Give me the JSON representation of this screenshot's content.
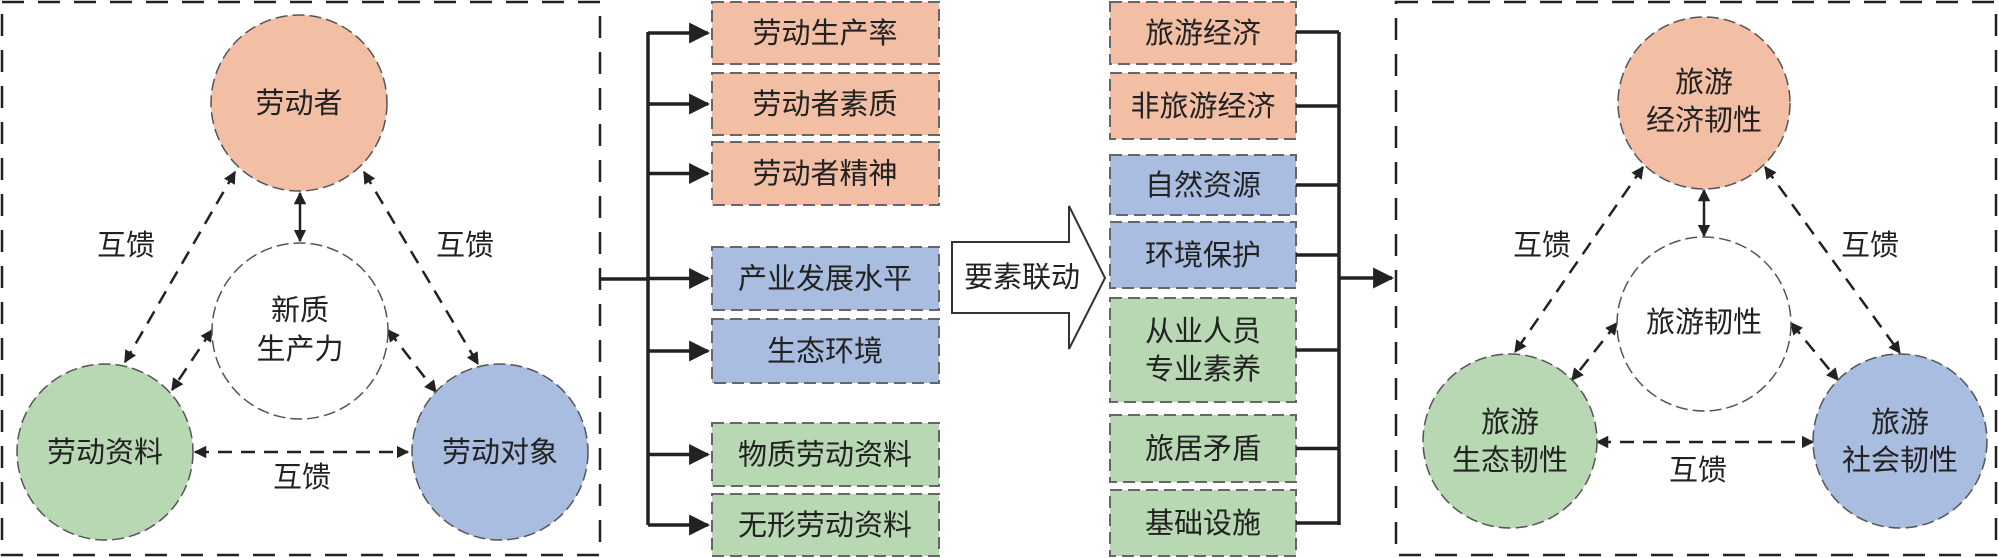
{
  "colors": {
    "labor": "#f2bfa5",
    "object": "#a9bde0",
    "material": "#b8d8b3",
    "center": "#ffffff"
  },
  "left_panel": {
    "top": "劳动者",
    "center_line1": "新质",
    "center_line2": "生产力",
    "bottom_left": "劳动资料",
    "bottom_right": "劳动对象",
    "feedback_left": "互馈",
    "feedback_right": "互馈",
    "feedback_bottom": "互馈"
  },
  "left_factors": [
    {
      "label": "劳动生产率",
      "group": "labor"
    },
    {
      "label": "劳动者素质",
      "group": "labor"
    },
    {
      "label": "劳动者精神",
      "group": "labor"
    },
    {
      "label": "产业发展水平",
      "group": "object"
    },
    {
      "label": "生态环境",
      "group": "object"
    },
    {
      "label": "物质劳动资料",
      "group": "material"
    },
    {
      "label": "无形劳动资料",
      "group": "material"
    }
  ],
  "linkage_arrow": "要素联动",
  "right_factors": [
    {
      "label": "旅游经济",
      "group": "labor"
    },
    {
      "label": "非旅游经济",
      "group": "labor"
    },
    {
      "label": "自然资源",
      "group": "object"
    },
    {
      "label": "环境保护",
      "group": "object"
    },
    {
      "label": "从业人员",
      "label2": "专业素养",
      "group": "material"
    },
    {
      "label": "旅居矛盾",
      "group": "material"
    },
    {
      "label": "基础设施",
      "group": "material"
    }
  ],
  "right_panel": {
    "top_line1": "旅游",
    "top_line2": "经济韧性",
    "center": "旅游韧性",
    "bottom_left_line1": "旅游",
    "bottom_left_line2": "生态韧性",
    "bottom_right_line1": "旅游",
    "bottom_right_line2": "社会韧性",
    "feedback_left": "互馈",
    "feedback_right": "互馈",
    "feedback_bottom": "互馈"
  }
}
